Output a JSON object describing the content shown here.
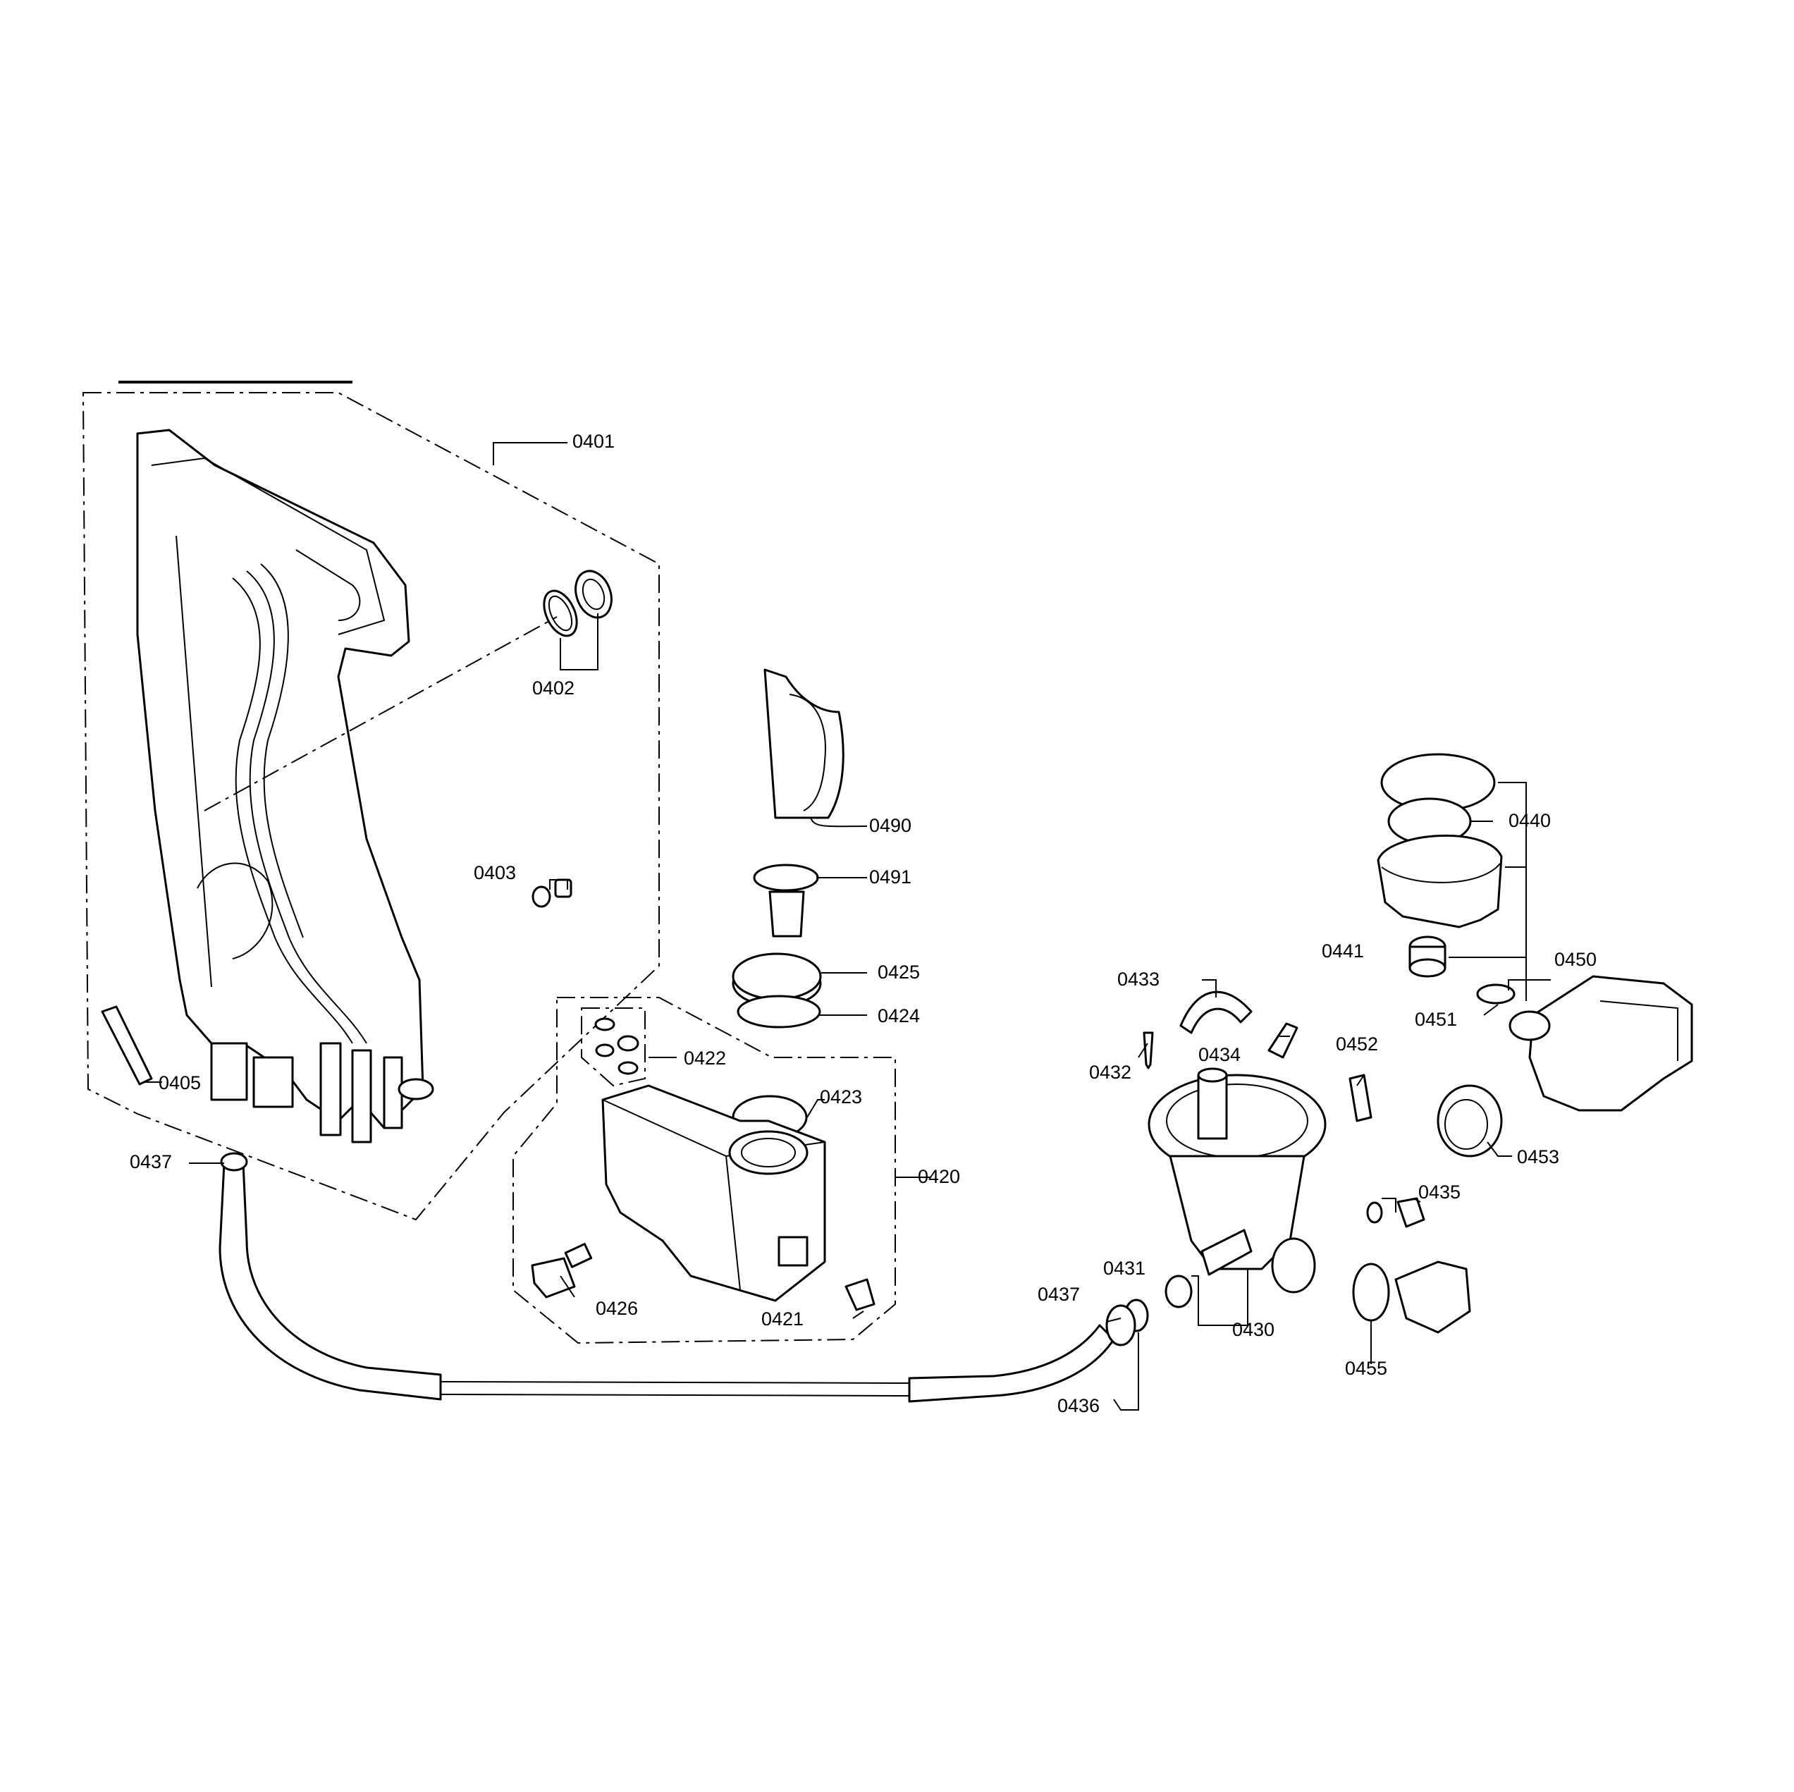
{
  "labels": {
    "p0401": "0401",
    "p0402": "0402",
    "p0403": "0403",
    "p0405": "0405",
    "p0437a": "0437",
    "p0490": "0490",
    "p0491": "0491",
    "p0425": "0425",
    "p0424": "0424",
    "p0422": "0422",
    "p0423": "0423",
    "p0420": "0420",
    "p0426": "0426",
    "p0421": "0421",
    "p0440": "0440",
    "p0441": "0441",
    "p0450": "0450",
    "p0451": "0451",
    "p0433": "0433",
    "p0434": "0434",
    "p0452": "0452",
    "p0432": "0432",
    "p0453": "0453",
    "p0435": "0435",
    "p0431": "0431",
    "p0437b": "0437",
    "p0430": "0430",
    "p0455": "0455",
    "p0436": "0436"
  }
}
